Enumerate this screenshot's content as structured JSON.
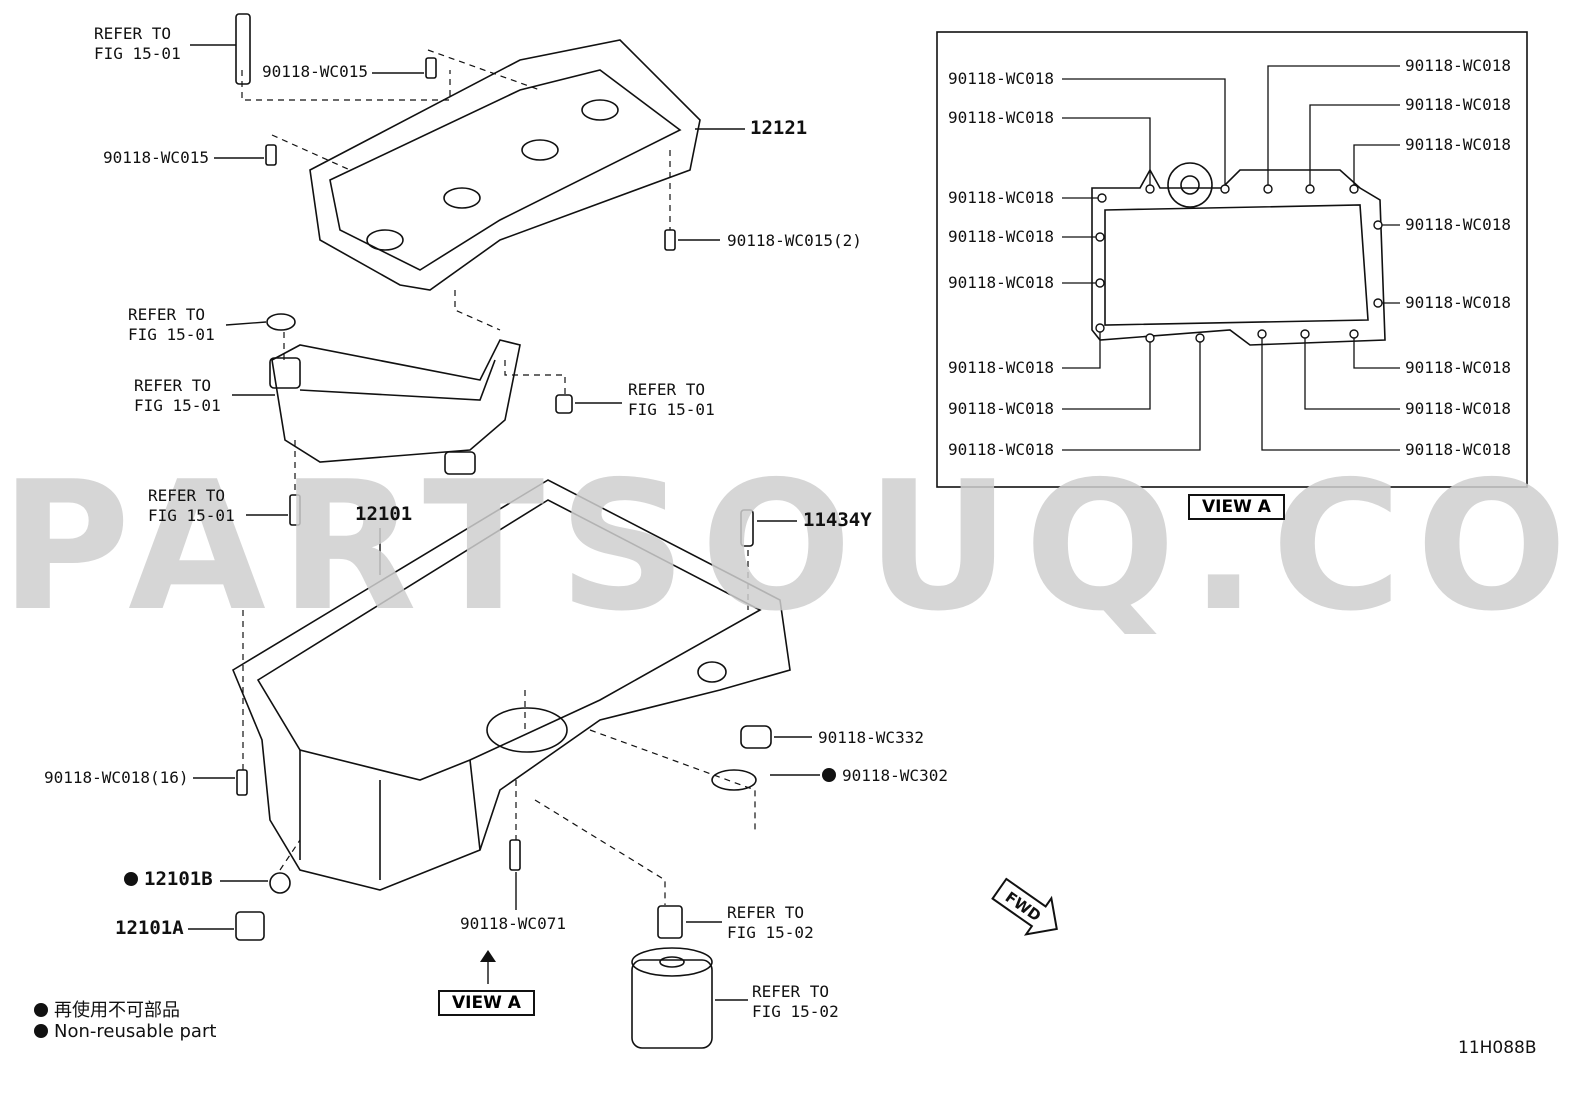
{
  "watermark": "PARTSOUQ.COM",
  "figure_code": "11H088B",
  "parts": {
    "p12121": "12121",
    "p12101": "12101",
    "p11434y": "11434Y",
    "p12101b": "12101B",
    "p12101a": "12101A",
    "wc015_a": "90118-WC015",
    "wc015_b": "90118-WC015",
    "wc015_2": "90118-WC015(2)",
    "wc018_16": "90118-WC018(16)",
    "wc332": "90118-WC332",
    "wc302": "90118-WC302",
    "wc071": "90118-WC071"
  },
  "refer": {
    "r1": "REFER TO\nFIG 15-01",
    "r2": "REFER TO\nFIG 15-01",
    "r3": "REFER TO\nFIG 15-01",
    "r4": "REFER TO\nFIG 15-01",
    "r5": "REFER TO\nFIG 15-01",
    "r6": "REFER TO\nFIG 15-02",
    "r7": "REFER TO\nFIG 15-02"
  },
  "view_a_inset": {
    "caption": "VIEW A",
    "left_labels": [
      "90118-WC018",
      "90118-WC018",
      "90118-WC018",
      "90118-WC018",
      "90118-WC018",
      "90118-WC018",
      "90118-WC018",
      "90118-WC018"
    ],
    "right_labels": [
      "90118-WC018",
      "90118-WC018",
      "90118-WC018",
      "90118-WC018",
      "90118-WC018",
      "90118-WC018",
      "90118-WC018",
      "90118-WC018"
    ]
  },
  "view_a_arrow_label": "VIEW A",
  "fwd_label": "FWD",
  "legend": {
    "line1": "再使用不可部品",
    "line2": "Non-reusable part"
  }
}
